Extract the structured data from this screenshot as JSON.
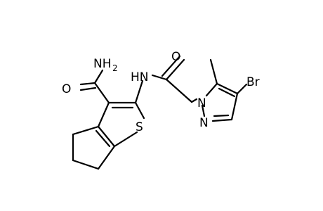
{
  "molecule": {
    "atoms": {
      "amide_n": "NH",
      "amide_h_count": "2",
      "amide_o": "O",
      "nh": "HN",
      "carbonyl_o": "O",
      "sulfur": "S",
      "bromine": "Br",
      "n1": "N",
      "n2": "N"
    }
  }
}
